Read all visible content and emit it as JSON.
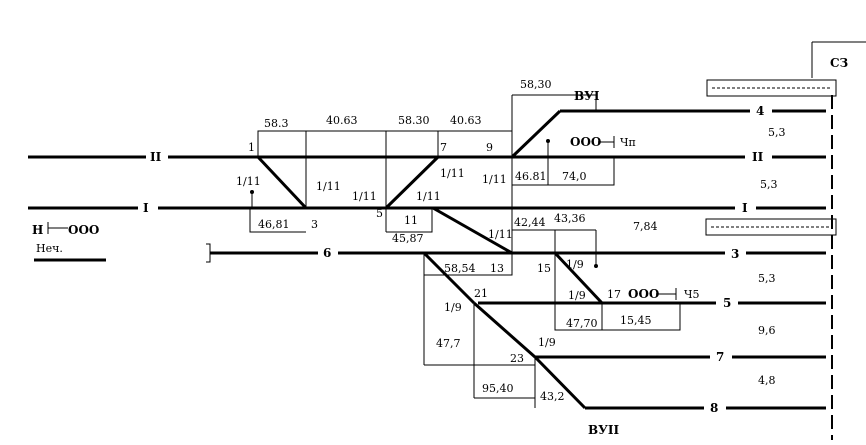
{
  "top_right_box": "СЗ",
  "station_labels": {
    "vu1": "ВУI",
    "vu2": "ВУII"
  },
  "track_labels": {
    "t2": "II",
    "t2_right": "II",
    "t1": "I",
    "t1_right": "I",
    "t6": "6",
    "t4": "4",
    "t3": "3",
    "t5": "5",
    "t7": "7",
    "t8": "8"
  },
  "spacings": {
    "s1": "5,3",
    "s2": "5,3",
    "s3": "7,84",
    "s4": "5,3",
    "s5": "9,6",
    "s6": "4,8"
  },
  "dimensions": {
    "d1": "58.3",
    "d2": "40.63",
    "d3": "58.30",
    "d4": "40.63",
    "d5": "58,30",
    "d6": "46.81",
    "d7": "74,0",
    "d8": "46,81",
    "d9": "45,87",
    "d10": "42,44",
    "d11": "43,36",
    "d12": "58,54",
    "d13": "47,70",
    "d14": "15,45",
    "d15": "47,7",
    "d16": "95,40",
    "d17": "43,2"
  },
  "switches": {
    "sw1": "1",
    "sw7": "7",
    "sw9": "9",
    "sw3": "3",
    "sw5": "5",
    "sw11": "11",
    "sw13": "13",
    "sw15": "15",
    "sw17": "17",
    "sw21": "21",
    "sw23": "23"
  },
  "ratios": {
    "r1": "1/11",
    "r2": "1/11",
    "r3": "1/11",
    "r4": "1/11",
    "r5": "1/11",
    "r6": "1/11",
    "r7": "1/11",
    "r8": "1/9",
    "r9": "1/9",
    "r10": "1/9",
    "r11": "1/9"
  },
  "signals": {
    "ch2_lamps": "OOO",
    "ch2_label": "Чп",
    "ch5_lamps": "OOO",
    "ch5_label": "Ч5",
    "n_label": "Н",
    "n_lamps": "OOO"
  },
  "legend_label": "Неч."
}
